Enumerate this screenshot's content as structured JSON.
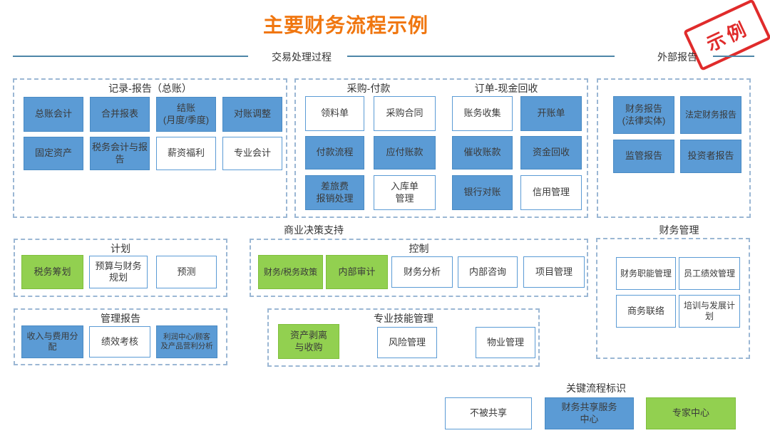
{
  "title": "主要财务流程示例",
  "stamp": "示例",
  "sections": {
    "transaction_processing": "交易处理过程",
    "external_reporting": "外部报告",
    "business_decision_support": "商业决策支持",
    "finance_management": "财务管理"
  },
  "colors": {
    "blue_fill": "#5B9BD5",
    "green_fill": "#92D050",
    "white_box_border": "#5B9BD5",
    "dashed_border": "#9BB7D4",
    "section_line": "#4E86A8",
    "title_orange": "#F0760F",
    "stamp_red": "#E02B2B",
    "text": "#3A3A3A"
  },
  "groups": {
    "record_report": {
      "header": "记录-报告（总账）",
      "boxes": [
        {
          "label": "总账会计",
          "type": "blue"
        },
        {
          "label": "合并报表",
          "type": "blue"
        },
        {
          "label": "结账\n(月度/季度)",
          "type": "blue"
        },
        {
          "label": "对账调整",
          "type": "blue"
        },
        {
          "label": "固定资产",
          "type": "blue"
        },
        {
          "label": "税务会计与报\n告",
          "type": "blue"
        },
        {
          "label": "薪资福利",
          "type": "white"
        },
        {
          "label": "专业会计",
          "type": "white"
        }
      ]
    },
    "purchase_to_pay": {
      "header_left": "采购-付款",
      "header_right": "订单-现金回收",
      "boxes": [
        {
          "label": "领料单",
          "type": "white"
        },
        {
          "label": "采购合同",
          "type": "white"
        },
        {
          "label": "账务收集",
          "type": "white"
        },
        {
          "label": "开账单",
          "type": "blue"
        },
        {
          "label": "付款流程",
          "type": "blue"
        },
        {
          "label": "应付账款",
          "type": "blue"
        },
        {
          "label": "催收账款",
          "type": "blue"
        },
        {
          "label": "资金回收",
          "type": "blue"
        },
        {
          "label": "差旅费\n报销处理",
          "type": "blue"
        },
        {
          "label": "入库单\n管理",
          "type": "white"
        },
        {
          "label": "银行对账",
          "type": "blue"
        },
        {
          "label": "信用管理",
          "type": "white"
        }
      ]
    },
    "external_reports": {
      "boxes": [
        {
          "label": "财务报告\n(法律实体)",
          "type": "blue"
        },
        {
          "label": "法定财务报告",
          "type": "blue"
        },
        {
          "label": "监管报告",
          "type": "blue"
        },
        {
          "label": "投资者报告",
          "type": "blue"
        }
      ]
    },
    "plan": {
      "header": "计划",
      "boxes": [
        {
          "label": "税务筹划",
          "type": "green"
        },
        {
          "label": "预算与财务\n规划",
          "type": "white"
        },
        {
          "label": "预测",
          "type": "white"
        }
      ]
    },
    "control": {
      "header": "控制",
      "boxes": [
        {
          "label": "财务/税务政策",
          "type": "green"
        },
        {
          "label": "内部审计",
          "type": "green"
        },
        {
          "label": "财务分析",
          "type": "white"
        },
        {
          "label": "内部咨询",
          "type": "white"
        },
        {
          "label": "项目管理",
          "type": "white"
        }
      ]
    },
    "finance_management": {
      "boxes": [
        {
          "label": "财务职能管理",
          "type": "white"
        },
        {
          "label": "员工绩效管理",
          "type": "white"
        },
        {
          "label": "商务联络",
          "type": "white"
        },
        {
          "label": "培训与发展计\n划",
          "type": "white"
        }
      ]
    },
    "management_report": {
      "header": "管理报告",
      "boxes": [
        {
          "label": "收入与费用分\n配",
          "type": "blue"
        },
        {
          "label": "绩效考核",
          "type": "white"
        },
        {
          "label": "利润中心/顾客\n及产品营利分析",
          "type": "blue"
        }
      ]
    },
    "professional_skills": {
      "header": "专业技能管理",
      "boxes": [
        {
          "label": "资产剥离\n与收购",
          "type": "green"
        },
        {
          "label": "风险管理",
          "type": "white"
        },
        {
          "label": "物业管理",
          "type": "white"
        }
      ]
    }
  },
  "legend": {
    "label": "关键流程标识",
    "items": [
      {
        "label": "不被共享",
        "type": "white"
      },
      {
        "label": "财务共享服务\n中心",
        "type": "blue"
      },
      {
        "label": "专家中心",
        "type": "green"
      }
    ]
  }
}
